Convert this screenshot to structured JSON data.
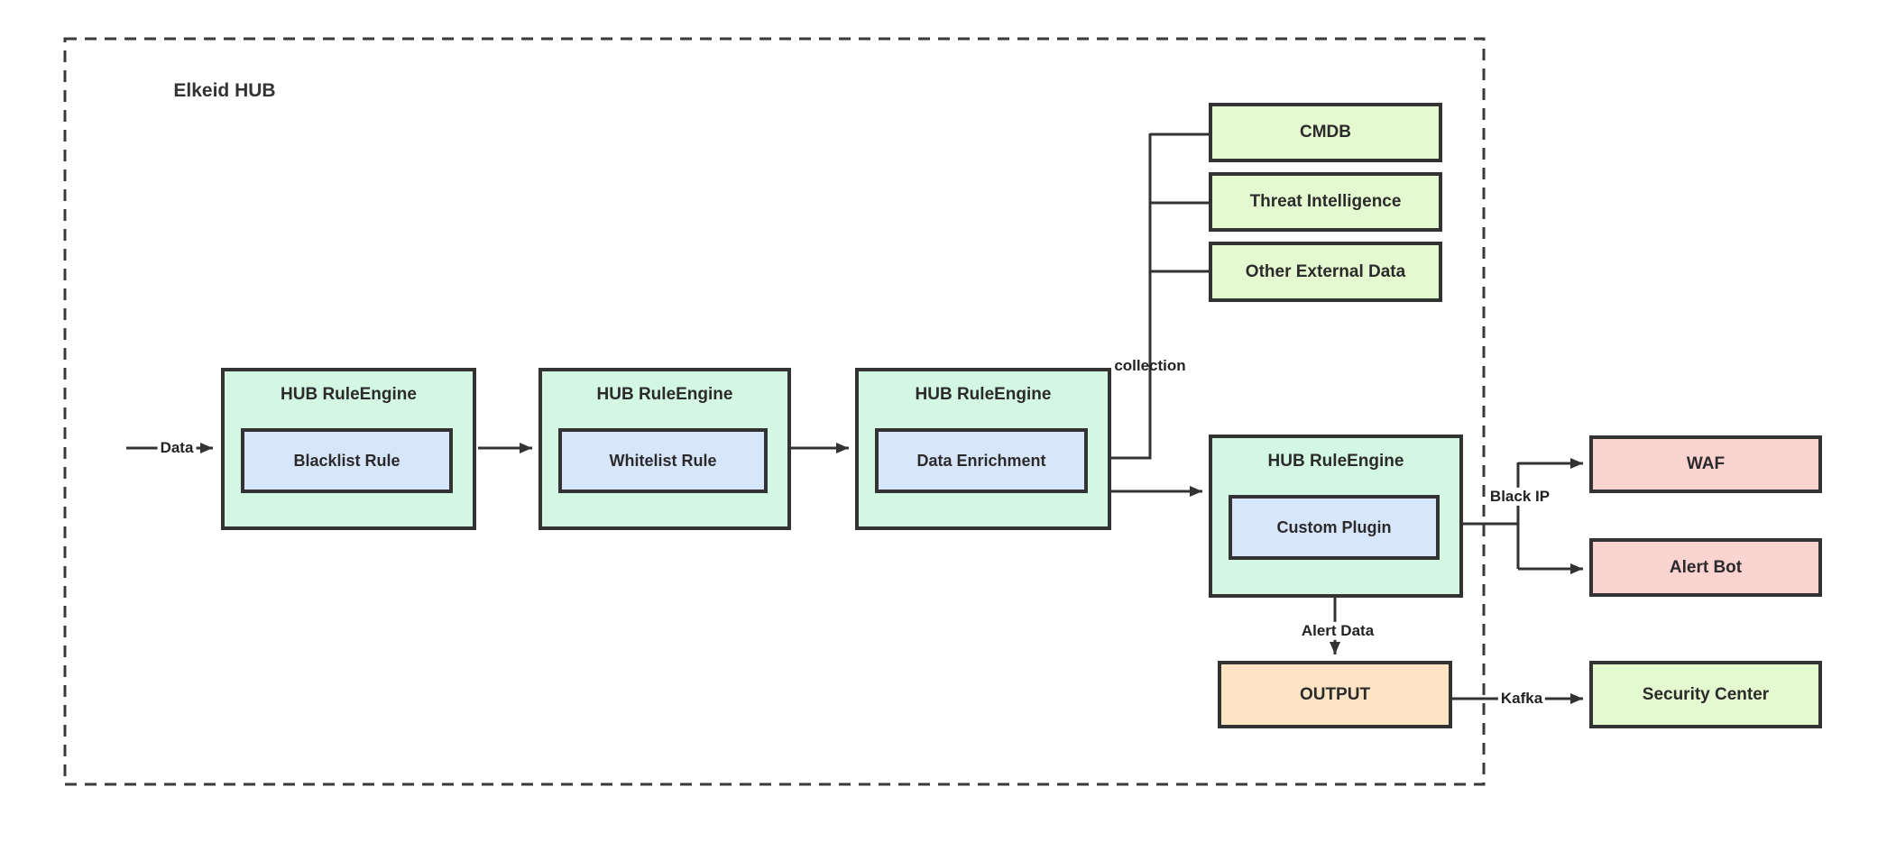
{
  "diagram": {
    "container": {
      "label": "Elkeid HUB"
    },
    "engines": [
      {
        "title": "HUB RuleEngine",
        "module": "Blacklist Rule"
      },
      {
        "title": "HUB RuleEngine",
        "module": "Whitelist Rule"
      },
      {
        "title": "HUB RuleEngine",
        "module": "Data Enrichment"
      },
      {
        "title": "HUB RuleEngine",
        "module": "Custom Plugin"
      }
    ],
    "external_sources": [
      {
        "label": "CMDB"
      },
      {
        "label": "Threat Intelligence"
      },
      {
        "label": "Other External Data"
      }
    ],
    "sinks": {
      "waf": "WAF",
      "alert_bot": "Alert Bot",
      "output": "OUTPUT",
      "security_center": "Security Center"
    },
    "edge_labels": {
      "data_in": "Data",
      "collection": "collection",
      "black_ip": "Black IP",
      "alert_data": "Alert Data",
      "kafka": "Kafka"
    },
    "colors": {
      "engine_fill": "#d3f7e3",
      "module_fill": "#d7e6fb",
      "source_fill": "#e4f9d0",
      "sink_fill": "#fbd3d0",
      "output_fill": "#fce4c5",
      "stroke": "#333333"
    }
  }
}
